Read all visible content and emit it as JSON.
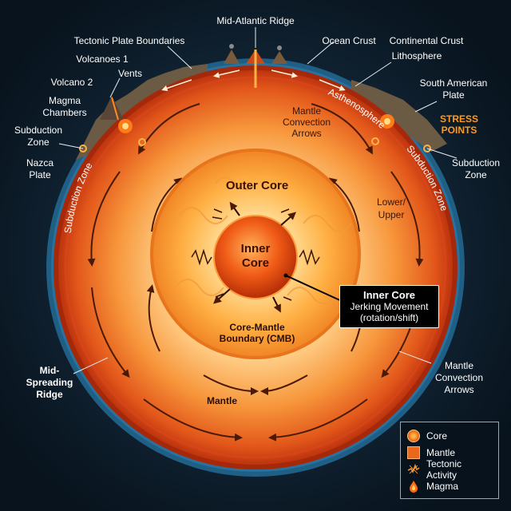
{
  "labels": {
    "mid_atlantic_ridge": "Mid-Atlantic Ridge",
    "tectonic_plate_boundaries": "Tectonic Plate Boundaries",
    "ocean_crust": "Ocean Crust",
    "continental_crust": "Continental Crust",
    "volcanoes_1": "Volcanoes 1",
    "lithosphere": "Lithosphere",
    "vents": "Vents",
    "volcano_2": "Volcano 2",
    "asthenosphere": "Asthenosphere",
    "south_american_plate_l1": "South American",
    "south_american_plate_l2": "Plate",
    "magma_chambers_l1": "Magma",
    "magma_chambers_l2": "Chambers",
    "mantle_convection_top_l1": "Mantle",
    "mantle_convection_top_l2": "Convection",
    "mantle_convection_top_l3": "Arrows",
    "stress_points_l1": "STRESS",
    "stress_points_l2": "POINTS",
    "subduction_zone_left_l1": "Subduction",
    "subduction_zone_left_l2": "Zone",
    "nazca_plate_l1": "Nazca",
    "nazca_plate_l2": "Plate",
    "subduction_zone_right_l1": "Subduction",
    "subduction_zone_right_l2": "Zone",
    "subduction_zone_arc_left": "Subduction Zone",
    "subduction_zone_arc_right": "Subduction Zone",
    "outer_core": "Outer Core",
    "lower_upper_l1": "Lower/",
    "lower_upper_l2": "Upper",
    "inner_core_l1": "Inner",
    "inner_core_l2": "Core",
    "cmb_l1": "Core-Mantle",
    "cmb_l2": "Boundary (CMB)",
    "mid_spreading_ridge_l1": "Mid-",
    "mid_spreading_ridge_l2": "Spreading",
    "mid_spreading_ridge_l3": "Ridge",
    "mantle_convection_br_l1": "Mantle",
    "mantle_convection_br_l2": "Convection",
    "mantle_convection_br_l3": "Arrows",
    "mantle": "Mantle"
  },
  "callout": {
    "title": "Inner Core",
    "line1": "Jerking Movement",
    "line2": "(rotation/shift)"
  },
  "legend": {
    "items": [
      {
        "label": "Core",
        "icon": "core-swatch-icon"
      },
      {
        "label": "Mantle",
        "icon": "mantle-swatch-icon"
      },
      {
        "label": "Tectonic Activity",
        "icon": "tectonic-activity-icon"
      },
      {
        "label": "Magma",
        "icon": "magma-drop-icon"
      }
    ]
  },
  "colors": {
    "background": "#0b1a27",
    "ocean_rim": "#3a86b8",
    "mantle_outer": "#c2340c",
    "mantle_inner": "#f08a2a",
    "outer_core": "#ffb347",
    "inner_core": "#e2450f",
    "stress_points": "#ff9a1f"
  }
}
